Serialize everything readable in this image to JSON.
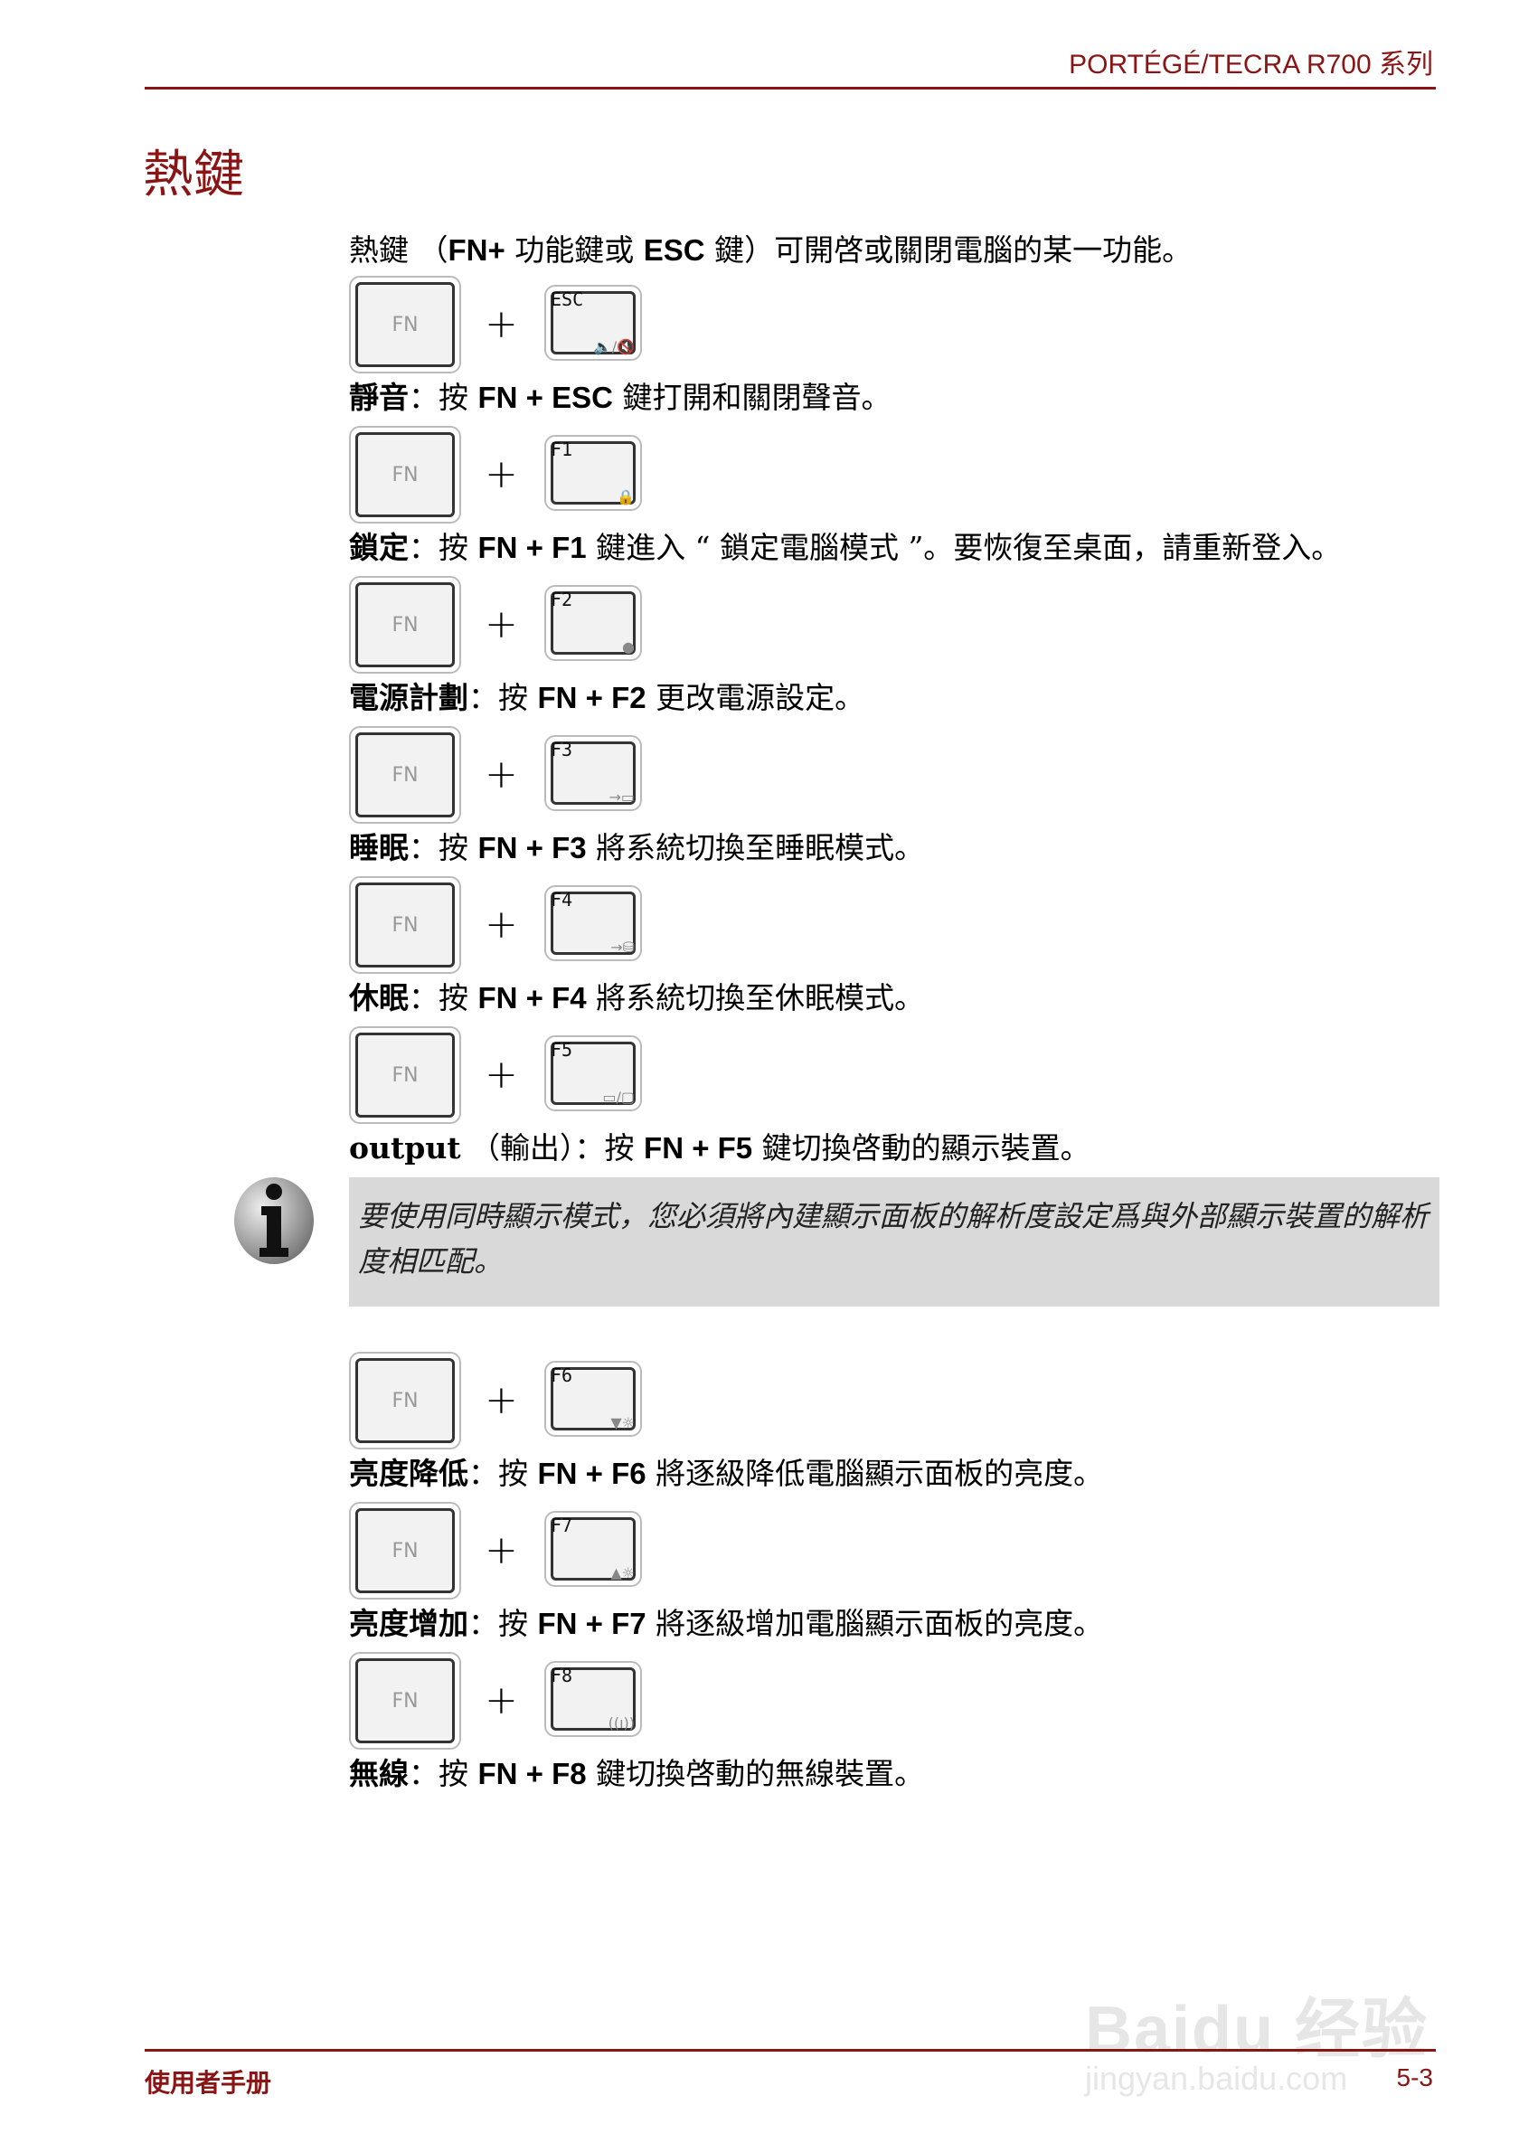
{
  "header": {
    "title": "PORTÉGÉ/TECRA R700 系列"
  },
  "page_title": "熱鍵",
  "intro": {
    "a": "熱鍵 （",
    "b1": "FN+",
    "c": " 功能鍵或 ",
    "b2": "ESC",
    "d": " 鍵）可開啓或關閉電腦的某一功能。"
  },
  "rows": [
    {
      "fkey": "ESC",
      "icon": "🔈/🔇",
      "term": "靜音",
      "pre": "：按 ",
      "combo": "FN + ESC",
      "post": " 鍵打開和關閉聲音。"
    },
    {
      "fkey": "F1",
      "icon": "🔒",
      "term": "鎖定",
      "pre": "：按 ",
      "combo": "FN + F1",
      "post": " 鍵進入 “ 鎖定電腦模式 ”。要恢復至桌面，請重新登入。"
    },
    {
      "fkey": "F2",
      "icon": "●",
      "term": "電源計劃",
      "pre": "：按 ",
      "combo": "FN + F2",
      "post": " 更改電源設定。"
    },
    {
      "fkey": "F3",
      "icon": "→▭",
      "term": "睡眠",
      "pre": "：按 ",
      "combo": "FN + F3",
      "post": " 將系統切換至睡眠模式。"
    },
    {
      "fkey": "F4",
      "icon": "→⛁",
      "term": "休眠",
      "pre": "：按 ",
      "combo": "FN + F4",
      "post": " 將系統切換至休眠模式。"
    },
    {
      "fkey": "F5",
      "icon": "▭/▢",
      "term": "output",
      "pre": " （輸出）：按 ",
      "combo": "FN + F5",
      "post": " 鍵切換啓動的顯示裝置。"
    },
    {
      "fkey": "F6",
      "icon": "▼☼",
      "term": "亮度降低",
      "pre": "：按 ",
      "combo": "FN + F6",
      "post": " 將逐級降低電腦顯示面板的亮度。"
    },
    {
      "fkey": "F7",
      "icon": "▲☼",
      "term": "亮度增加",
      "pre": "：按 ",
      "combo": "FN + F7",
      "post": " 將逐級增加電腦顯示面板的亮度。"
    },
    {
      "fkey": "F8",
      "icon": "((ı))",
      "term": "無線",
      "pre": "：按 ",
      "combo": "FN + F8",
      "post": " 鍵切換啓動的無線裝置。"
    }
  ],
  "fn_label": "FN",
  "plus": "+",
  "note": {
    "text": "要使用同時顯示模式，您必須將內建顯示面板的解析度設定爲與外部顯示裝置的解析度相匹配。"
  },
  "footer": {
    "left": "使用者手册",
    "right": "5-3"
  },
  "watermark": {
    "line1": "Baidu 经验",
    "line2": "jingyan.baidu.com"
  },
  "colors": {
    "accent": "#8b1414",
    "note_bg": "#d9d9d9"
  }
}
